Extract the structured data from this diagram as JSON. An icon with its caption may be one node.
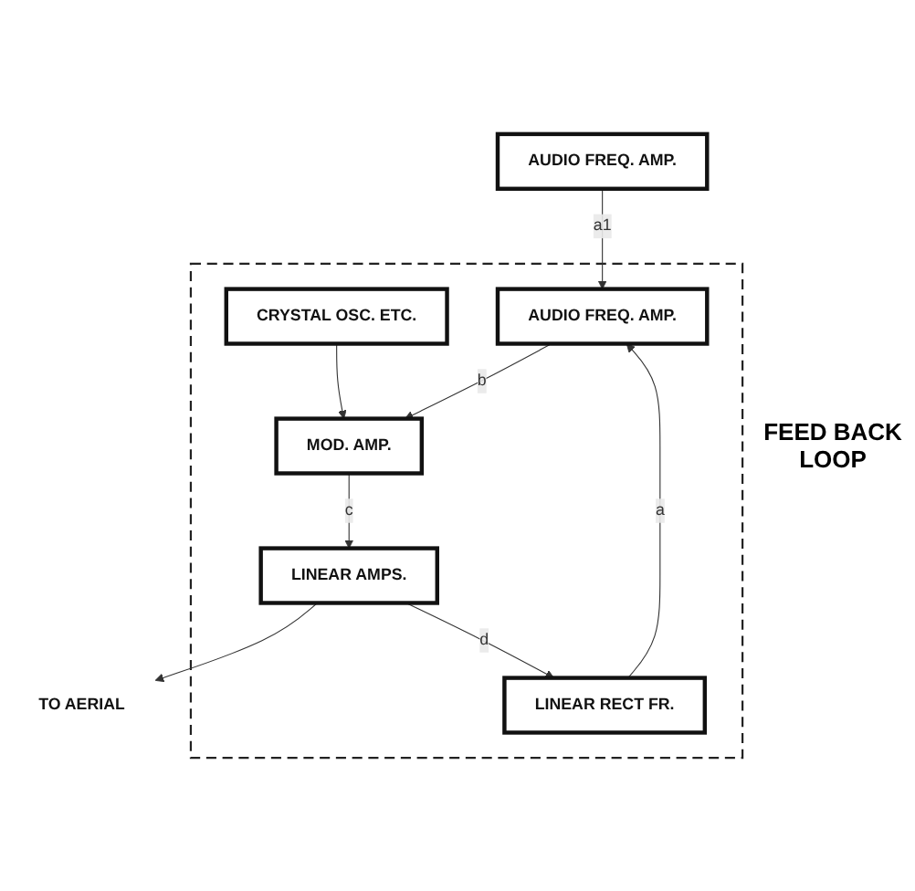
{
  "diagram": {
    "nodes": [
      {
        "text": [],
        "shape": "box"
      },
      {
        "text": [
          "CRYSTAL OSC. ETC."
        ],
        "in": 0
      },
      {
        "text": [
          "MOD. AMP."
        ],
        "in": 0
      },
      {
        "text": [
          "LINEAR AMPS."
        ],
        "in": 0
      },
      {
        "text": [
          "AUDIO FREQ. AMP."
        ],
        "in": 0
      },
      {
        "text": [
          "LINEAR RECT FR."
        ],
        "in": 0
      },
      {
        "text": [
          "AUDIO FREQ. AMP."
        ]
      },
      {
        "text": [
          "TO AERIAL"
        ]
      }
    ],
    "edges": [
      {
        "from": 1,
        "to": 2,
        "arrow": "to"
      },
      {
        "from": 2,
        "to": 3,
        "arrow": "to",
        "label": "c"
      },
      {
        "from": 3,
        "to": 7,
        "arrow": "to"
      },
      {
        "from": 3,
        "to": 5,
        "arrow": "to",
        "label": "d"
      },
      {
        "from": 5,
        "to": 4,
        "arrow": "to",
        "label": "a"
      },
      {
        "from": 6,
        "to": 4,
        "arrow": "to",
        "label": "a1"
      },
      {
        "from": 4,
        "to": 2,
        "arrow": "to",
        "label": "b"
      }
    ],
    "labels": [
      "FEED BACK LOOP"
    ]
  }
}
